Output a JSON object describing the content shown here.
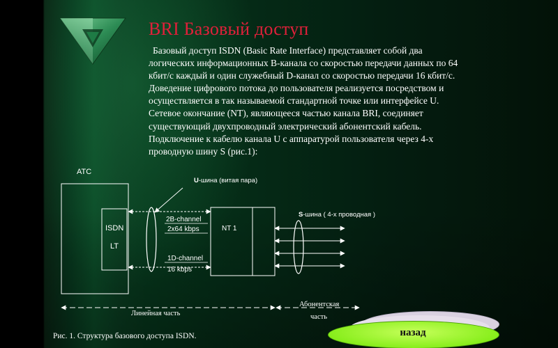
{
  "slide": {
    "title": "BRI Базовый доступ",
    "paragraph_lines": [
      "Базовый доступ ISDN (Basic Rate Interface) представляет собой два",
      "логических информационных В-канала со скоростью передачи данных по 64",
      "кбит/с каждый и один служебный D-канал со скоростью передачи 16 кбит/с.",
      "Доведение цифрового потока до пользователя реализуется посредством и",
      "осуществляется в так называемой стандартной точке или интерфейсе U.",
      "Сетевое окончание (NT), являющееся частью канала BRI, соединяет",
      "существующий двухпроводный электрический абонентский кабель.",
      "Подключение к кабелю канала U с аппаратурой пользователя через 4-х",
      "проводную шину S (рис.1):"
    ]
  },
  "diagram": {
    "ats_label": "АТС",
    "isdn_label": "ISDN",
    "lt_label": "LT",
    "u_bus_bold": "U",
    "u_bus_rest": "-шина (витая пара)",
    "b_channel_line1": "2B-channel",
    "b_channel_line2": "2x64 kbps",
    "d_channel_line1": "1D-channel",
    "d_channel_line2": "16 kbps",
    "nt_label": "NT 1",
    "s_bus_bold": "S",
    "s_bus_rest": "-шина ( 4-х проводная )",
    "line_part": "Линейная часть",
    "subscriber_line1": "Абонентская",
    "subscriber_line2": "часть"
  },
  "caption": "Рис. 1. Структура базового доступа ISDN.",
  "nav": {
    "back_label": "назад"
  },
  "colors": {
    "title": "#e0203a",
    "text": "#ffffff",
    "back_button": "#88ee1c"
  }
}
